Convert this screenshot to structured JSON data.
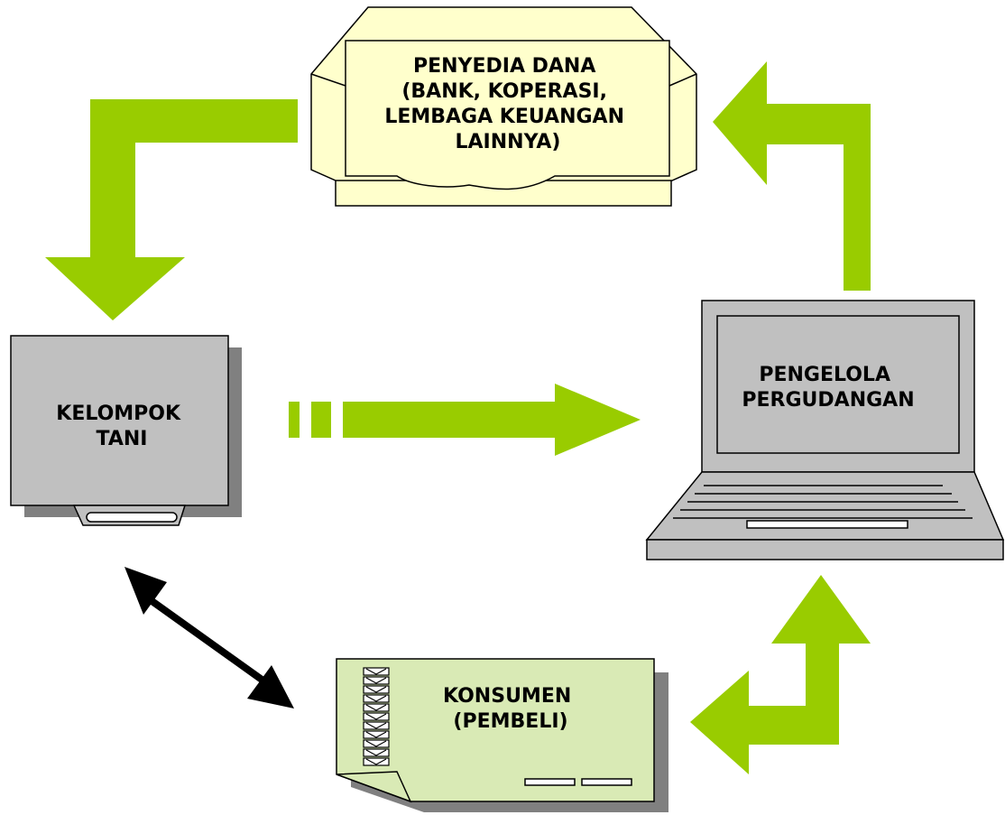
{
  "nodes": {
    "funder": {
      "label_lines": [
        "PENYEDIA DANA",
        "(BANK, KOPERASI,",
        "LEMBAGA KEUANGAN",
        "LAINNYA)"
      ],
      "icon": "envelope"
    },
    "farmer_group": {
      "label_lines": [
        "KELOMPOK",
        "TANI"
      ],
      "icon": "floppy-disk"
    },
    "warehouse": {
      "label_lines": [
        "PENGELOLA",
        "PERGUDANGAN"
      ],
      "icon": "laptop"
    },
    "consumer": {
      "label_lines": [
        "KONSUMEN",
        "(PEMBELI)"
      ],
      "icon": "document-checklist"
    }
  },
  "edges": [
    {
      "from": "funder",
      "to": "farmer_group",
      "style": "green-bent-arrow"
    },
    {
      "from": "farmer_group",
      "to": "warehouse",
      "style": "green-dashed-arrow"
    },
    {
      "from": "warehouse",
      "to": "funder",
      "style": "green-bent-arrow"
    },
    {
      "from": "consumer",
      "to": "warehouse",
      "style": "green-bent-arrow"
    },
    {
      "from": "farmer_group",
      "to": "consumer",
      "style": "black-double-arrow"
    }
  ],
  "colors": {
    "arrow_green": "#99CC00",
    "arrow_black": "#000000",
    "envelope_fill": "#FFFFCC",
    "device_gray": "#C0C0C0",
    "shadow_gray": "#808080",
    "document_fill": "#D9EAB5"
  }
}
